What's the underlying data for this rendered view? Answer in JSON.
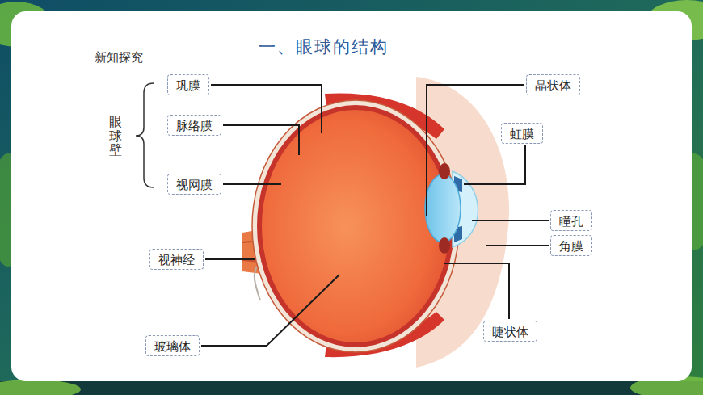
{
  "diagram": {
    "title": "一、眼球的结构",
    "nodes": [
      {
        "text": [
          "巩膜"
        ]
      },
      {
        "text": [
          "晶状体"
        ]
      },
      {
        "text": [
          "脉络膜"
        ]
      },
      {
        "text": [
          "虹膜"
        ]
      },
      {
        "text": [
          "视网膜"
        ]
      },
      {
        "text": [
          "瞳孔"
        ]
      },
      {
        "text": [
          "角膜"
        ]
      },
      {
        "text": [
          "视神经"
        ]
      },
      {
        "text": [
          "睫状体"
        ]
      },
      {
        "text": [
          "玻璃体"
        ]
      }
    ],
    "labels": [
      "新知探究",
      "眼球壁"
    ]
  }
}
